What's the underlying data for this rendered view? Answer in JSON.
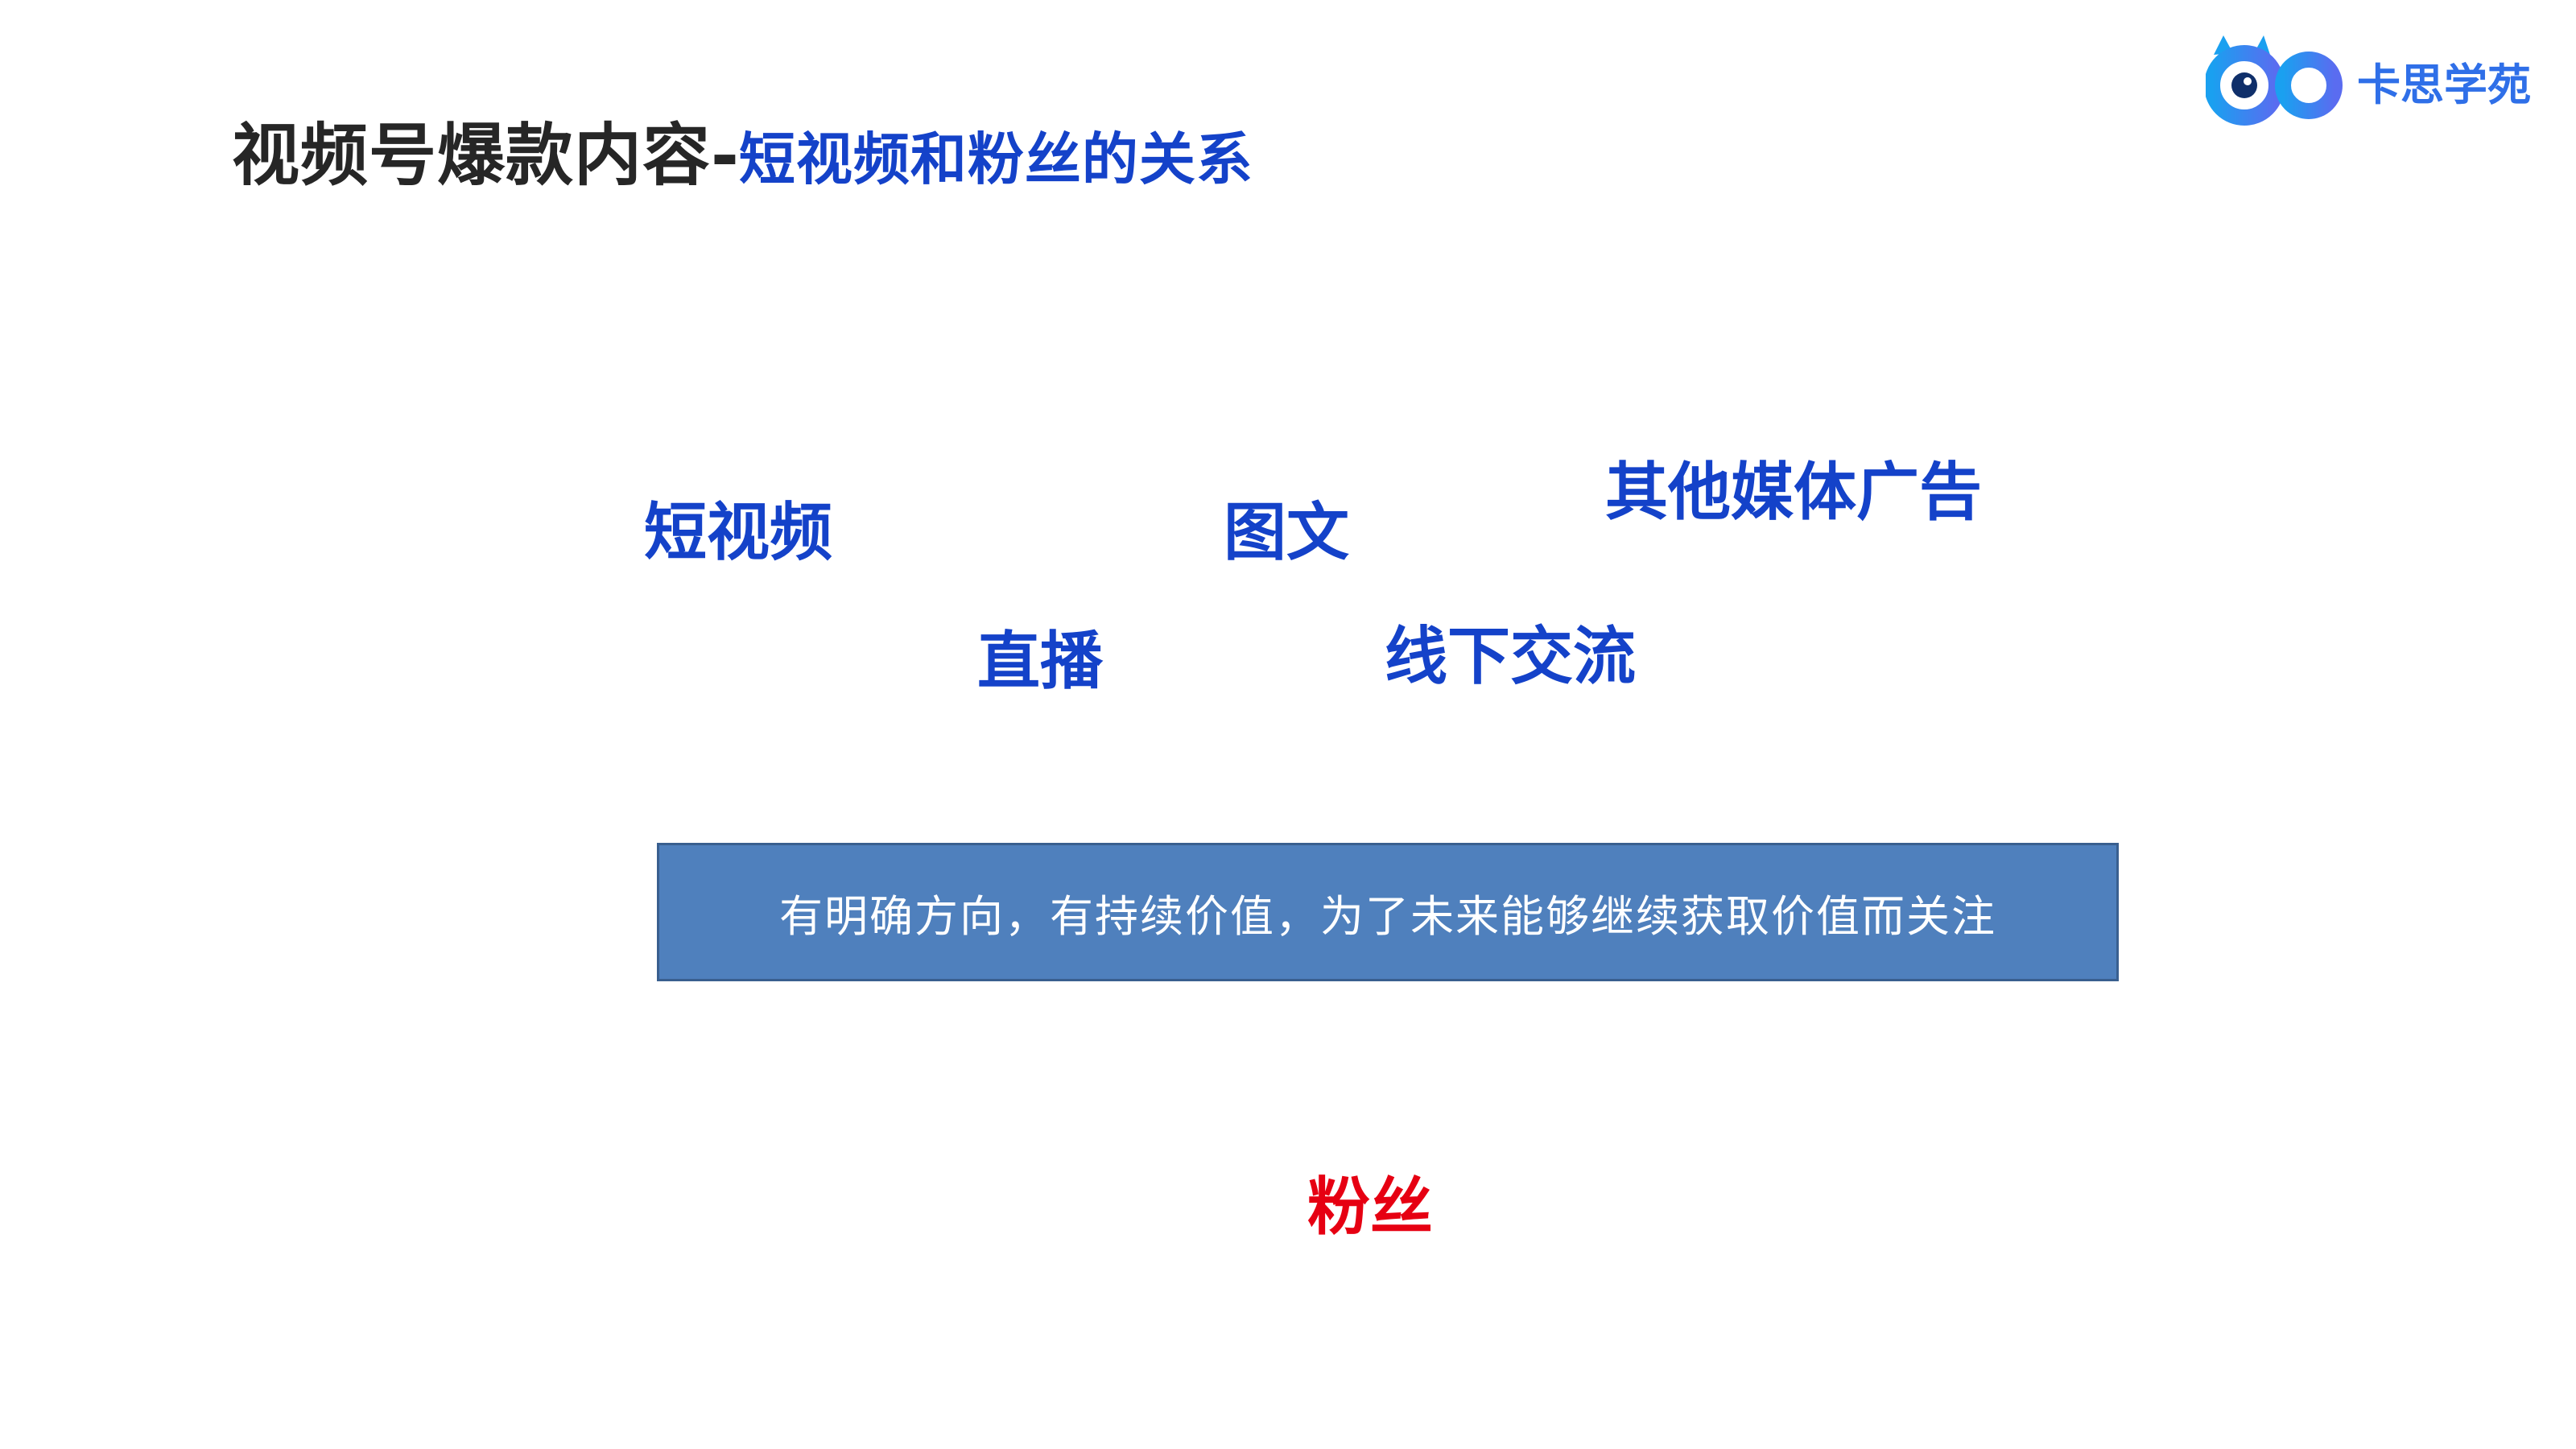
{
  "title": {
    "main": "视频号爆款内容",
    "separator": "-",
    "sub": "短视频和粉丝的关系"
  },
  "logo": {
    "text": "卡思学苑",
    "icon": "infinity-eyes-icon"
  },
  "channels": {
    "short_video": "短视频",
    "image_text": "图文",
    "other_media_ads": "其他媒体广告",
    "live_stream": "直播",
    "offline_exchange": "线下交流"
  },
  "banner": {
    "text": "有明确方向，有持续价值，为了未来能够继续获取价值而关注"
  },
  "fans": {
    "label": "粉丝"
  },
  "colors": {
    "title_dark": "#262626",
    "accent_blue": "#1442c9",
    "banner_fill": "#4f80bd",
    "banner_border": "#395f8f",
    "fans_red": "#e60012",
    "logo_blue": "#2f6fe8"
  }
}
